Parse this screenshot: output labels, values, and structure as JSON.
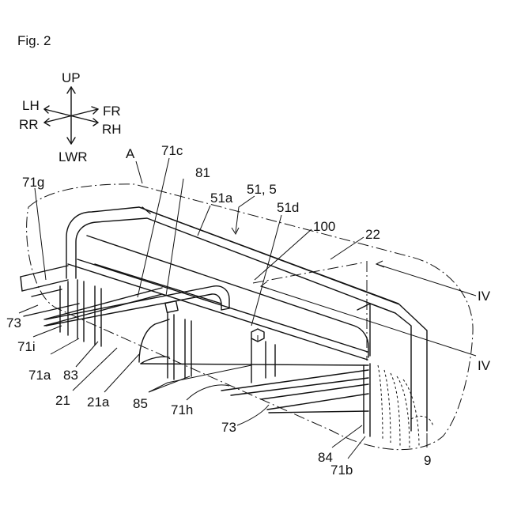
{
  "figure": {
    "title": "Fig. 2"
  },
  "directions": {
    "up": "UP",
    "down": "LWR",
    "left": "LH",
    "rear": "RR",
    "front": "FR",
    "right": "RH"
  },
  "callouts": {
    "A": "A",
    "c71c": "71c",
    "c81": "81",
    "c51a": "51a",
    "c51_5": "51, 5",
    "c51d": "51d",
    "c100": "100",
    "c22": "22",
    "c71g": "71g",
    "c73a": "73",
    "c71i": "71i",
    "c71a": "71a",
    "c83": "83",
    "c21": "21",
    "c21a": "21a",
    "c85": "85",
    "c71h": "71h",
    "c73b": "73",
    "c84": "84",
    "c71b": "71b",
    "c9": "9",
    "sectionTop": "IV",
    "sectionBottom": "IV"
  }
}
